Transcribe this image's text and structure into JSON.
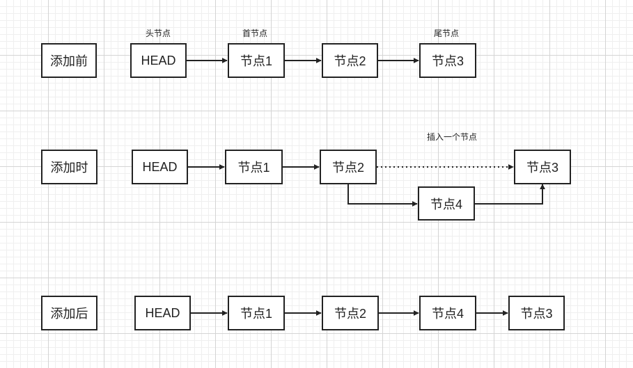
{
  "rows": {
    "before": {
      "label": "添加前",
      "nodes": [
        "HEAD",
        "节点1",
        "节点2",
        "节点3"
      ],
      "tags": {
        "head": "头节点",
        "first": "首节点",
        "tail": "尾节点"
      }
    },
    "during": {
      "label": "添加时",
      "nodes": [
        "HEAD",
        "节点1",
        "节点2",
        "节点3",
        "节点4"
      ],
      "note": "插入一个节点"
    },
    "after": {
      "label": "添加后",
      "nodes": [
        "HEAD",
        "节点1",
        "节点2",
        "节点4",
        "节点3"
      ]
    }
  },
  "colors": {
    "stroke": "#222222",
    "grid_major": "#d4d4d4",
    "grid_minor": "#efefef"
  }
}
